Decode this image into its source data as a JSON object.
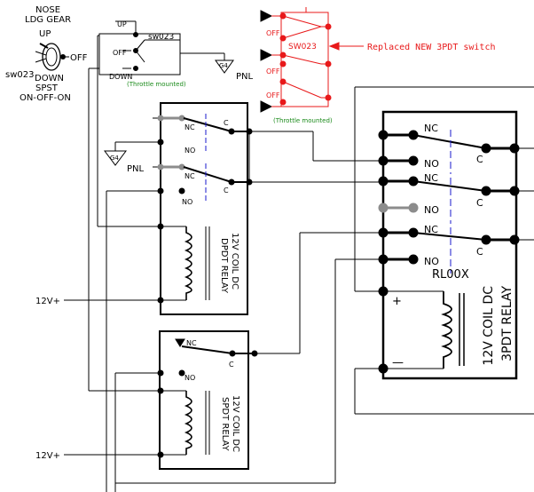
{
  "colors": {
    "ink": "#000000",
    "highlight": "#e8191a",
    "throttle_note": "#1a8a1a",
    "dashed_link": "#1a1acc",
    "dim_terminal": "#8c8c8c"
  },
  "nose_switch": {
    "title_line1": "NOSE",
    "title_line2": "LDG GEAR",
    "up": "UP",
    "off": "OFF",
    "ref": "sw023",
    "down": "DOWN",
    "type": "SPST",
    "mode": "ON-OFF-ON"
  },
  "throttle_switch": {
    "up": "UP",
    "off": "OFF",
    "down": "DOWN",
    "ref": "sw023",
    "note": "(Throttle mounted)",
    "ground_label": "G4",
    "ground_panel": "PNL"
  },
  "new_switch": {
    "off_1": "OFF",
    "off_2": "OFF",
    "off_3": "OFF",
    "ref": "SW023",
    "note": "(Throttle mounted)",
    "callout": "Replaced NEW 3PDT switch"
  },
  "relay_dpdt_top": {
    "nc_1": "NC",
    "no_1": "NO",
    "c_1": "C",
    "nc_2": "NC",
    "no_2": "NO",
    "c_2": "C",
    "coil_line1": "12V COIL DC",
    "coil_line2": "DPDT RELAY",
    "ground_label": "G4",
    "ground_panel": "PNL"
  },
  "relay_3pdt": {
    "nc_1": "NC",
    "no_1": "NO",
    "c_1": "C",
    "nc_2": "NC",
    "no_2": "NO",
    "c_2": "C",
    "nc_3": "NC",
    "no_3": "NO",
    "c_3": "C",
    "ref": "RL00X",
    "plus": "+",
    "minus": "—",
    "coil_line1": "12V COIL DC",
    "coil_line2": "3PDT RELAY"
  },
  "relay_spdt": {
    "nc": "NC",
    "no": "NO",
    "c": "C",
    "coil_line1": "12V COIL DC",
    "coil_line2": "SPDT RELAY"
  },
  "supply": {
    "label_top": "12V+",
    "label_bottom": "12V+"
  }
}
